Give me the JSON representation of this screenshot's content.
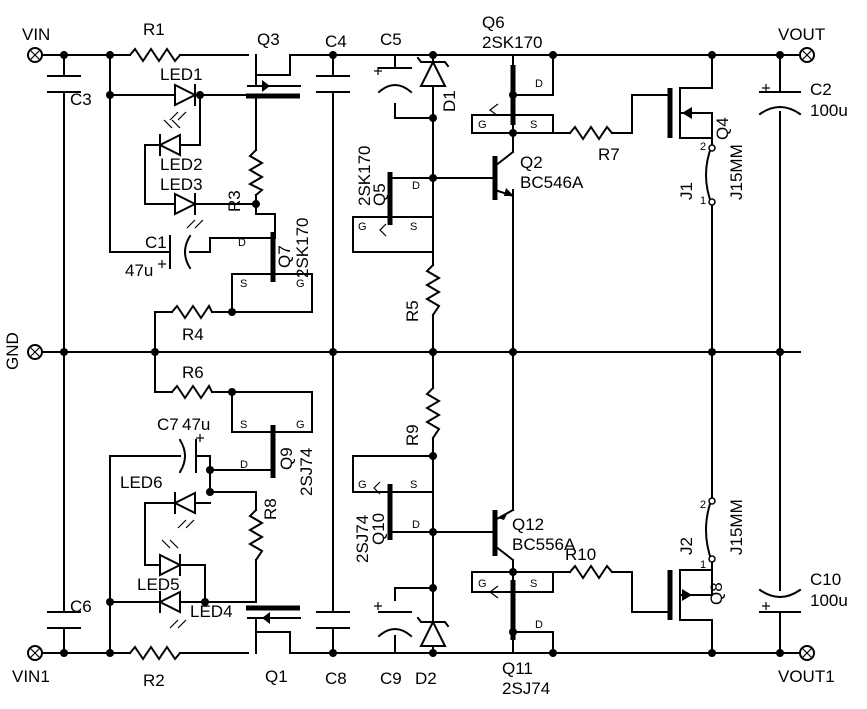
{
  "terminals": {
    "vin": "VIN",
    "vin1": "VIN1",
    "gnd": "GND",
    "vout": "VOUT",
    "vout1": "VOUT1"
  },
  "resistors": {
    "r1": "R1",
    "r2": "R2",
    "r3": "R3",
    "r4": "R4",
    "r5": "R5",
    "r6": "R6",
    "r7": "R7",
    "r8": "R8",
    "r9": "R9",
    "r10": "R10"
  },
  "capacitors": {
    "c1": "C1",
    "c1_value": "47u",
    "c2": "C2",
    "c2_value": "100u",
    "c3": "C3",
    "c4": "C4",
    "c5": "C5",
    "c6": "C6",
    "c7": "C7",
    "c7_value": "47u",
    "c8": "C8",
    "c9": "C9",
    "c10": "C10",
    "c10_value": "100u"
  },
  "leds": {
    "led1": "LED1",
    "led2": "LED2",
    "led3": "LED3",
    "led4": "LED4",
    "led5": "LED5",
    "led6": "LED6"
  },
  "diodes": {
    "d1": "D1",
    "d2": "D2"
  },
  "transistors": {
    "q1": "Q1",
    "q2": "Q2",
    "q2_part": "BC546A",
    "q3": "Q3",
    "q4": "Q4",
    "q5": "Q5",
    "q5_part": "2SK170",
    "q6": "Q6",
    "q6_part": "2SK170",
    "q7": "Q7",
    "q7_part": "2SK170",
    "q8": "Q8",
    "q9": "Q9",
    "q9_part": "2SJ74",
    "q10": "Q10",
    "q10_part": "2SJ74",
    "q11": "Q11",
    "q11_part": "2SJ74",
    "q12": "Q12",
    "q12_part": "BC556A"
  },
  "jumpers": {
    "j1": "J1",
    "j1_part": "J15MM",
    "j2": "J2",
    "j2_part": "J15MM"
  },
  "pins": {
    "g": "G",
    "s": "S",
    "d": "D",
    "one": "1",
    "two": "2"
  }
}
